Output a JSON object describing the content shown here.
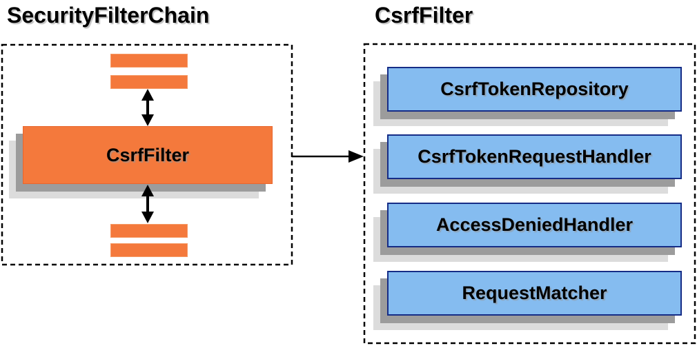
{
  "left_panel": {
    "title": "SecurityFilterChain",
    "filter_box_label": "CsrfFilter",
    "other_filters": "unlabeled-filter-bars"
  },
  "right_panel": {
    "title": "CsrfFilter",
    "boxes": [
      {
        "label": "CsrfTokenRepository"
      },
      {
        "label": "CsrfTokenRequestHandler"
      },
      {
        "label": "AccessDeniedHandler"
      },
      {
        "label": "RequestMatcher"
      }
    ]
  },
  "icons": {
    "vertical_arrows": "bidirectional-arrow-icon",
    "horizontal_arrow": "flow-arrow-icon"
  },
  "colors": {
    "filter_orange_fill": "#F4793C",
    "filter_orange_border": "#E8662D",
    "bar_orange_border": "#F59A66",
    "component_blue_fill": "#85BCF0",
    "component_blue_border": "#152C86",
    "shadow_dark": "#9C9C9C",
    "shadow_light": "#DCDCDC",
    "boundary_dash": "#000000",
    "text": "#000000"
  }
}
